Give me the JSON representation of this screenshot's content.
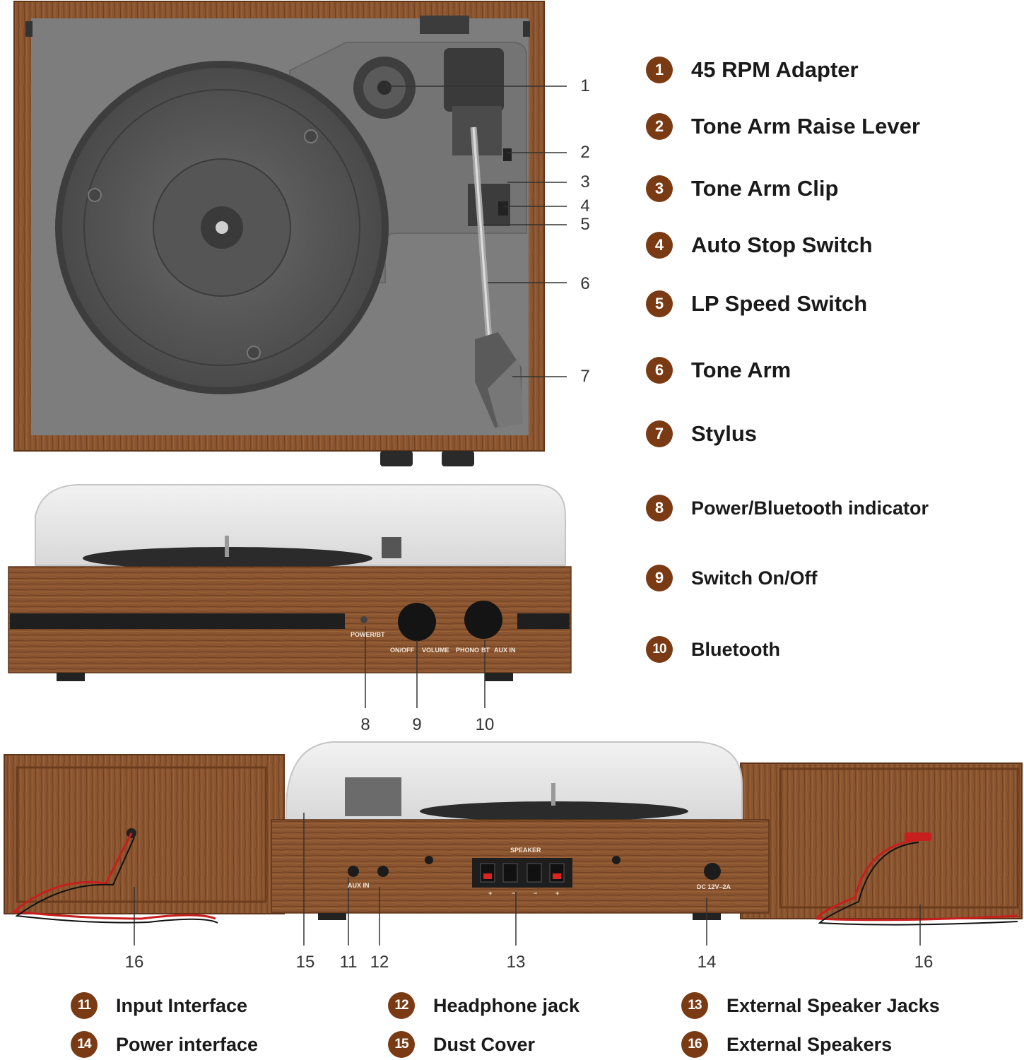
{
  "callouts": {
    "c1": "1",
    "c2": "2",
    "c3": "3",
    "c4": "4",
    "c5": "5",
    "c6": "6",
    "c7": "7",
    "c8": "8",
    "c9": "9",
    "c10": "10",
    "c16a": "16",
    "c15": "15",
    "c11": "11",
    "c12": "12",
    "c13": "13",
    "c14": "14",
    "c16b": "16"
  },
  "legend_right": [
    {
      "num": "1",
      "label": "45 RPM Adapter"
    },
    {
      "num": "2",
      "label": "Tone Arm Raise Lever"
    },
    {
      "num": "3",
      "label": "Tone Arm Clip"
    },
    {
      "num": "4",
      "label": "Auto Stop Switch"
    },
    {
      "num": "5",
      "label": "LP Speed Switch"
    },
    {
      "num": "6",
      "label": "Tone Arm"
    },
    {
      "num": "7",
      "label": "Stylus"
    },
    {
      "num": "8",
      "label": "Power/Bluetooth indicator"
    },
    {
      "num": "9",
      "label": "Switch On/Off"
    },
    {
      "num": "10",
      "label": "Bluetooth"
    }
  ],
  "legend_bottom": [
    {
      "num": "11",
      "label": "Input Interface"
    },
    {
      "num": "12",
      "label": "Headphone jack"
    },
    {
      "num": "13",
      "label": "External Speaker Jacks"
    },
    {
      "num": "14",
      "label": "Power interface"
    },
    {
      "num": "15",
      "label": "Dust Cover"
    },
    {
      "num": "16",
      "label": "External Speakers"
    }
  ],
  "front_panel": {
    "power_bt": "POWER/BT",
    "on_off": "ON/OFF",
    "volume": "VOLUME",
    "phono": "PHONO",
    "bt": "BT",
    "aux_in": "AUX IN"
  },
  "back_panel": {
    "aux_in": "AUX IN",
    "speaker": "SPEAKER",
    "plus1": "+",
    "minus1": "−",
    "minus2": "−",
    "plus2": "+",
    "dc": "DC 12V–2A"
  },
  "colors": {
    "badge": "#7a3b14",
    "wood": "#8a5530",
    "wood_dark": "#6b3d1e",
    "felt": "#7c7c7c"
  }
}
